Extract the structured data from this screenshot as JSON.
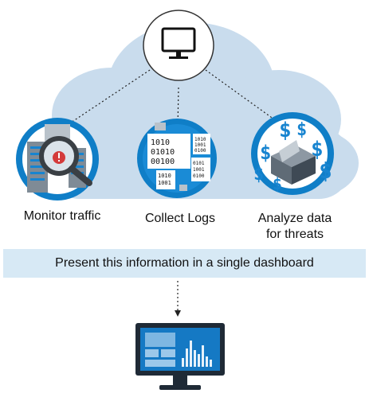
{
  "labels": {
    "monitor": "Monitor traffic",
    "collect": "Collect Logs",
    "analyze_line1": "Analyze data",
    "analyze_line2": "for threats",
    "banner": "Present this information in a single dashboard"
  },
  "binary": {
    "a1": "1010",
    "a2": "01010",
    "a3": "00100",
    "b1": "1010",
    "b2": "1001",
    "b3": "0100",
    "c1": "1010",
    "c2": "1001",
    "d1": "0101",
    "d2": "1001",
    "d3": "0100"
  },
  "dollar": "$",
  "colors": {
    "cloud": "#c9dced",
    "ring": "#0f7ec7",
    "accent": "#1784d0",
    "dark": "#1f2a36"
  }
}
